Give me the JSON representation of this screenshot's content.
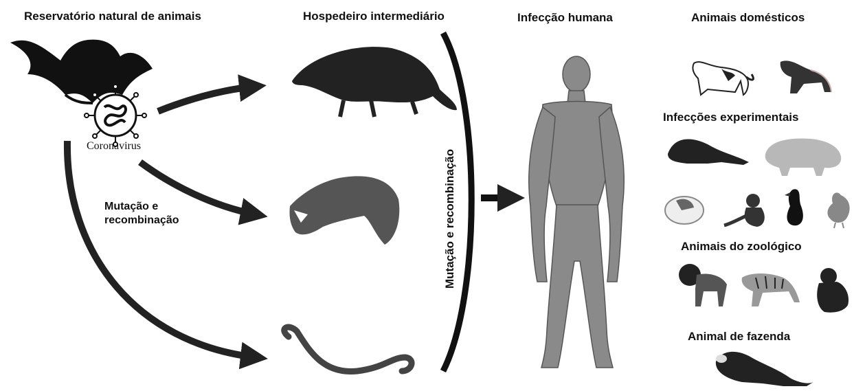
{
  "headings": {
    "reservoir": "Reservatório natural de animais",
    "intermediate": "Hospedeiro intermediário",
    "human": "Infecção humana",
    "domestic": "Animais domésticos",
    "experimental": "Infecções experimentais",
    "zoo": "Animais do zoológico",
    "farm": "Animal de fazenda"
  },
  "labels": {
    "virus": "Coronavirus",
    "mutation_left_line1": "Mutação e",
    "mutation_left_line2": "recombinação",
    "mutation_vertical": "Mutação e recombinação"
  },
  "illustrations": {
    "reservoir": [
      "bat",
      "coronavirus"
    ],
    "intermediate": [
      "pangolin",
      "civet",
      "snake"
    ],
    "human": [
      "human-anatomy-figure"
    ],
    "domestic": [
      "cat",
      "dog"
    ],
    "experimental": [
      "ferret",
      "pig",
      "guinea-pig",
      "monkey",
      "duck",
      "chicken"
    ],
    "zoo": [
      "lion",
      "tiger",
      "gorilla"
    ],
    "farm": [
      "ferret"
    ]
  },
  "colors": {
    "text": "#111111",
    "arrow": "#222222",
    "figure": "#8a8a8a"
  }
}
